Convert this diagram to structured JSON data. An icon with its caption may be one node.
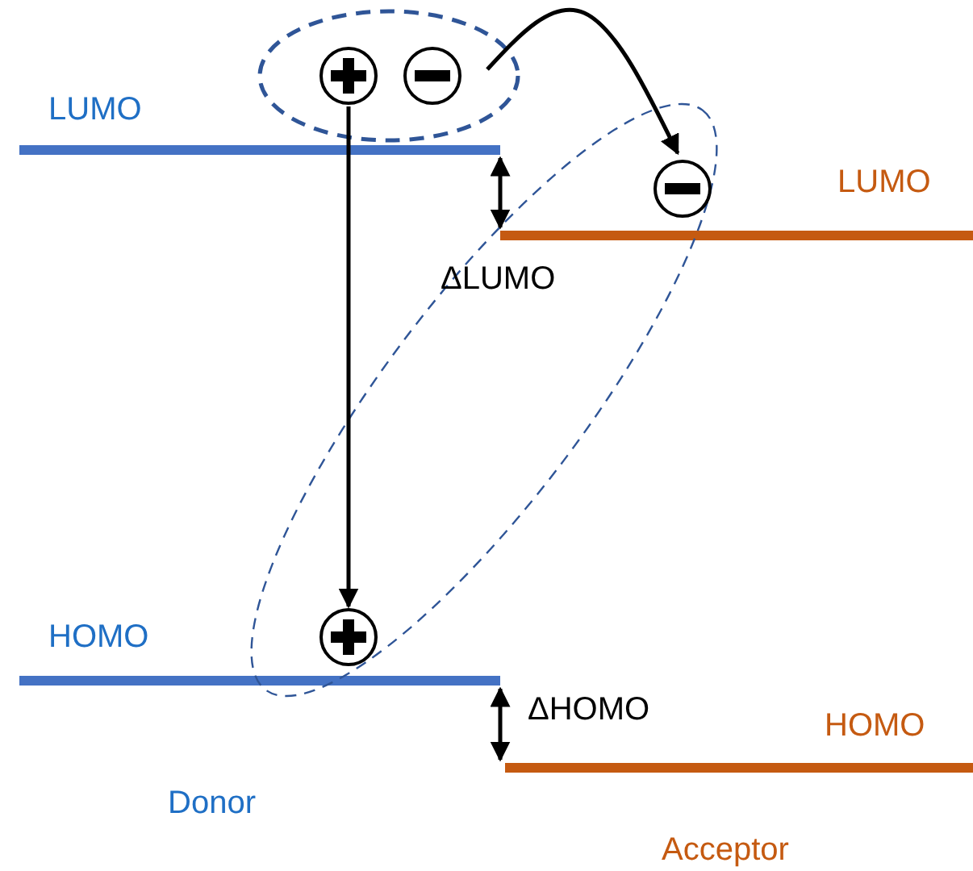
{
  "diagram": {
    "nodes": [
      {
        "text": [],
        "shape": "circle"
      },
      {
        "text": [],
        "shape": "circle"
      },
      {
        "text": [],
        "shape": "circle"
      },
      {
        "text": [],
        "shape": "circle"
      }
    ],
    "edges": [
      {
        "from": 1,
        "to": 2,
        "arrow": "to"
      },
      {
        "from": 0,
        "to": 3,
        "arrow": "to"
      }
    ],
    "labels": [
      "LUMO",
      "LUMO",
      "ΔLUMO",
      "HOMO",
      "ΔHOMO",
      "HOMO",
      "Donor",
      "Acceptor"
    ]
  }
}
